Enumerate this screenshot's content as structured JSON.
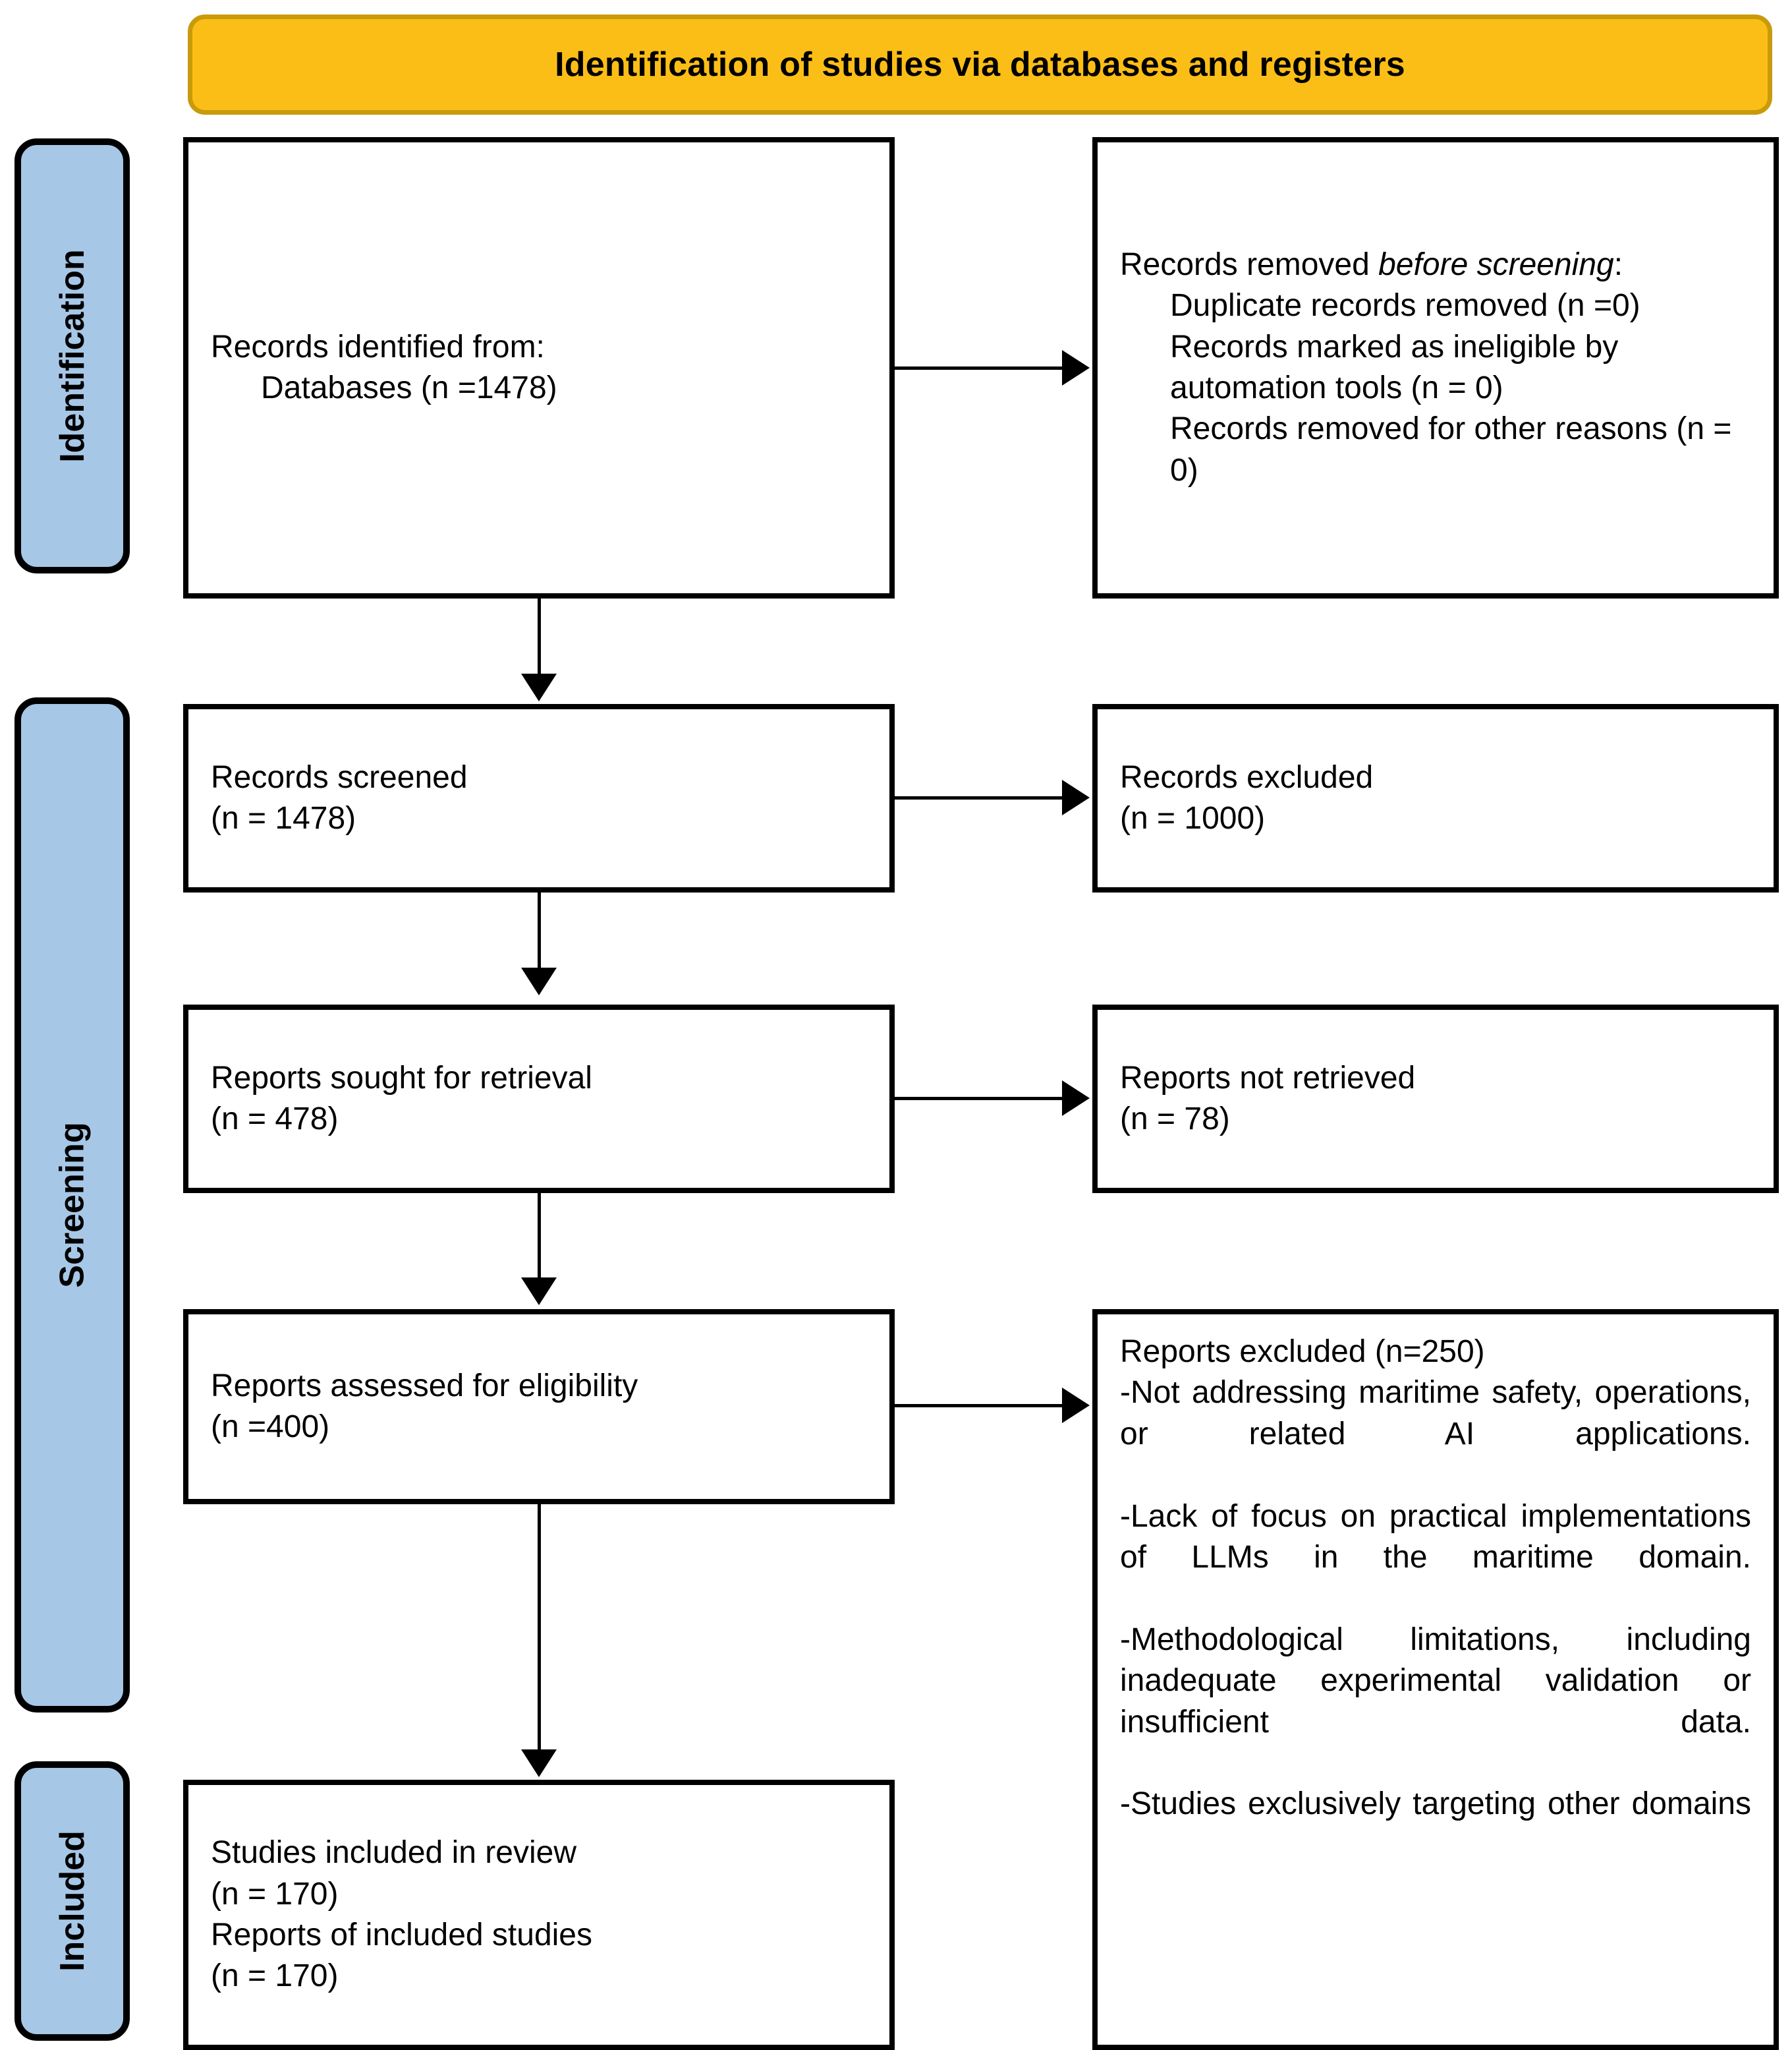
{
  "banner": {
    "title": "Identification of studies via databases and registers"
  },
  "stages": [
    {
      "key": "identification",
      "label": "Identification"
    },
    {
      "key": "screening",
      "label": "Screening"
    },
    {
      "key": "included",
      "label": "Included"
    }
  ],
  "boxes": {
    "identified": {
      "line1": "Records identified from:",
      "line2": "Databases (n =1478)"
    },
    "removed": {
      "line1_prefix": "Records removed ",
      "line1_italic": "before screening",
      "line1_suffix": ":",
      "item1": "Duplicate records removed (n =0)",
      "item2": "Records marked as ineligible by automation tools (n = 0)",
      "item3": "Records removed for other reasons (n = 0)"
    },
    "screened": {
      "line1": "Records screened",
      "line2": "(n = 1478)"
    },
    "excluded": {
      "line1": "Records excluded",
      "line2": "(n = 1000)"
    },
    "sought": {
      "line1": "Reports sought for retrieval",
      "line2": "(n = 478)"
    },
    "not_retrieved": {
      "line1": "Reports not retrieved",
      "line2": "(n = 78)"
    },
    "assessed": {
      "line1": "Reports assessed for eligibility",
      "line2": "(n =400)"
    },
    "reports_excluded": {
      "heading": "Reports excluded (n=250)",
      "reason1": "-Not addressing maritime safety, operations, or related AI applications.",
      "reason2": "-Lack of focus on practical implementations of LLMs in the maritime domain.",
      "reason3": "-Methodological limitations, including inadequate experimental validation or insufficient data.",
      "reason4": "-Studies exclusively targeting other domains"
    },
    "included": {
      "line1": "Studies included in review",
      "line2": "(n = 170)",
      "line3": "Reports of included studies",
      "line4": "(n = 170)"
    }
  },
  "counts": {
    "records_identified_databases": 1478,
    "duplicate_records_removed": 0,
    "records_marked_ineligible": 0,
    "records_removed_other": 0,
    "records_screened": 1478,
    "records_excluded": 1000,
    "reports_sought": 478,
    "reports_not_retrieved": 78,
    "reports_assessed": 400,
    "reports_excluded": 250,
    "studies_included": 170,
    "reports_of_included_studies": 170
  },
  "colors": {
    "banner_fill": "#FBBE16",
    "banner_border": "#C99A0B",
    "stage_fill": "#A7C7E7",
    "box_border": "#000000",
    "box_fill": "#FFFFFF"
  },
  "icons": {
    "arrow_down": "arrow-down-icon",
    "arrow_right": "arrow-right-icon"
  }
}
